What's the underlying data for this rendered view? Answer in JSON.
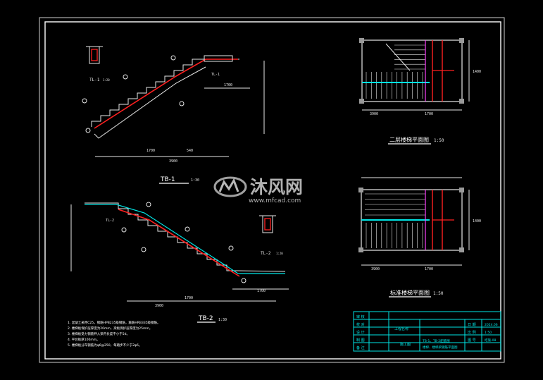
{
  "drawing": {
    "section_tb1": {
      "title": "TB-1",
      "scale": "1:30",
      "dims": [
        "1700",
        "540",
        "1700",
        "3900"
      ],
      "tl_label": "TL-1"
    },
    "section_tb2": {
      "title": "TB-2",
      "scale": "1:30",
      "dims": [
        "1700",
        "3900",
        "1700"
      ],
      "tl_label": "TL-2"
    },
    "detail_tl1": {
      "label": "TL-1",
      "scale": "1:20"
    },
    "detail_tl2": {
      "label": "TL-2",
      "scale": "1:20"
    },
    "plan_upper": {
      "title": "二层楼梯平面图",
      "scale": "1:50",
      "dims": [
        "1700",
        "3900",
        "1400"
      ]
    },
    "plan_lower": {
      "title": "标准楼梯平面图",
      "scale": "1:50",
      "dims": [
        "1700",
        "3900",
        "1400"
      ]
    },
    "notes": [
      "1. 混凝土采用C25，钢筋HPB235级钢筋，箍筋HRB335级钢筋。",
      "2. 楼梯板保护层厚度为20mm，梁板保护层厚度为25mm。",
      "3. 楼梯板受力钢筋伸入梁内长度不小于5d。",
      "4. 平台板厚100mm。",
      "5. 楼梯板分布钢筋为φ6@250，每踏步不少于2φ6。"
    ]
  },
  "title_block": {
    "left_labels": [
      "审 核",
      "校 对",
      "设 计",
      "制 图",
      "备 注"
    ],
    "project_label": "工程名称",
    "stage_label": "施工图",
    "drawing_name_line1": "TB-1、TB-2配筋图",
    "drawing_name_line2": "楼梯、楼梯梁钢筋平面图",
    "right_labels": [
      "日 期",
      "比 例",
      "图 号"
    ],
    "right_values": [
      "2024.06",
      "1:50",
      "结施-08"
    ]
  },
  "watermark": {
    "brand": "沐风网",
    "url": "www.mfcad.com"
  },
  "colors": {
    "line": "#e8e8e8",
    "rebar": "#ff2020",
    "cyan": "#00e5e5",
    "magenta": "#ff40ff",
    "blue": "#3060ff"
  }
}
